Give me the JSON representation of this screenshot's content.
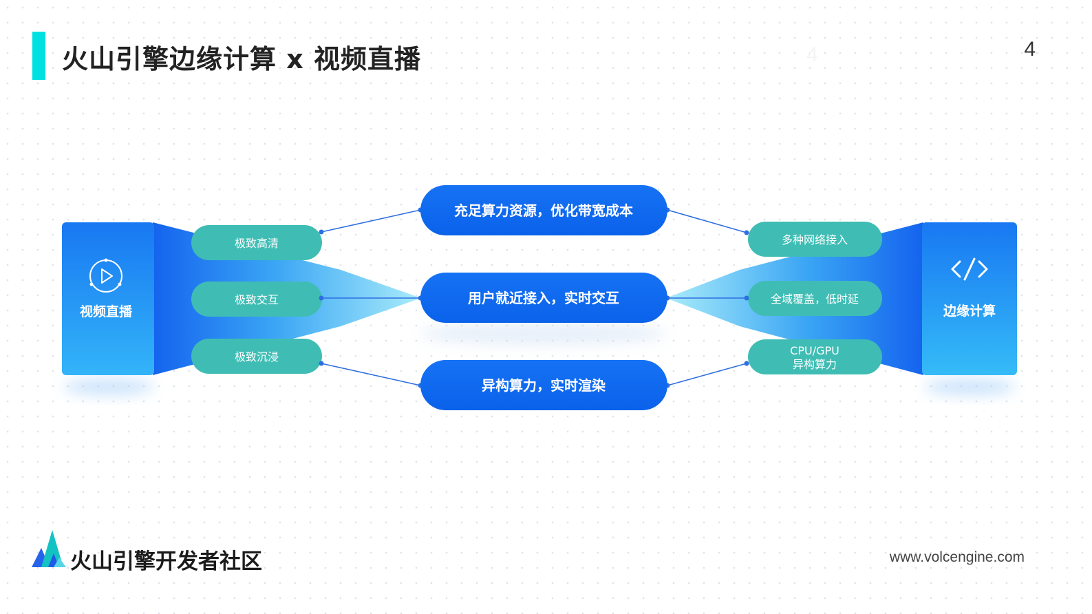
{
  "header": {
    "title": "火山引擎边缘计算 x 视频直播",
    "page_number": "4",
    "ghost_page_number": "4"
  },
  "diagram": {
    "left_block": {
      "label": "视频直播",
      "icon": "play-circle-icon"
    },
    "right_block": {
      "label": "边缘计算",
      "icon": "code-brackets-icon"
    },
    "left_pills": [
      "极致高清",
      "极致交互",
      "极致沉浸"
    ],
    "right_pills": [
      [
        "多种网络接入"
      ],
      [
        "全域覆盖，低时延"
      ],
      [
        "CPU/GPU",
        "异构算力"
      ]
    ],
    "center_nodes": [
      "充足算力资源，优化带宽成本",
      "用户就近接入，实时交互",
      "异构算力，实时渲染"
    ],
    "colors": {
      "center_blue": "#0f6cf2",
      "pill_teal": "#3fbdb4",
      "block_blue": "#1f8cf5",
      "connector": "#2e6fe0",
      "arrow_cyan": "#9ee5f8"
    }
  },
  "footer": {
    "brand": "火山引擎开发者社区",
    "url": "www.volcengine.com"
  }
}
